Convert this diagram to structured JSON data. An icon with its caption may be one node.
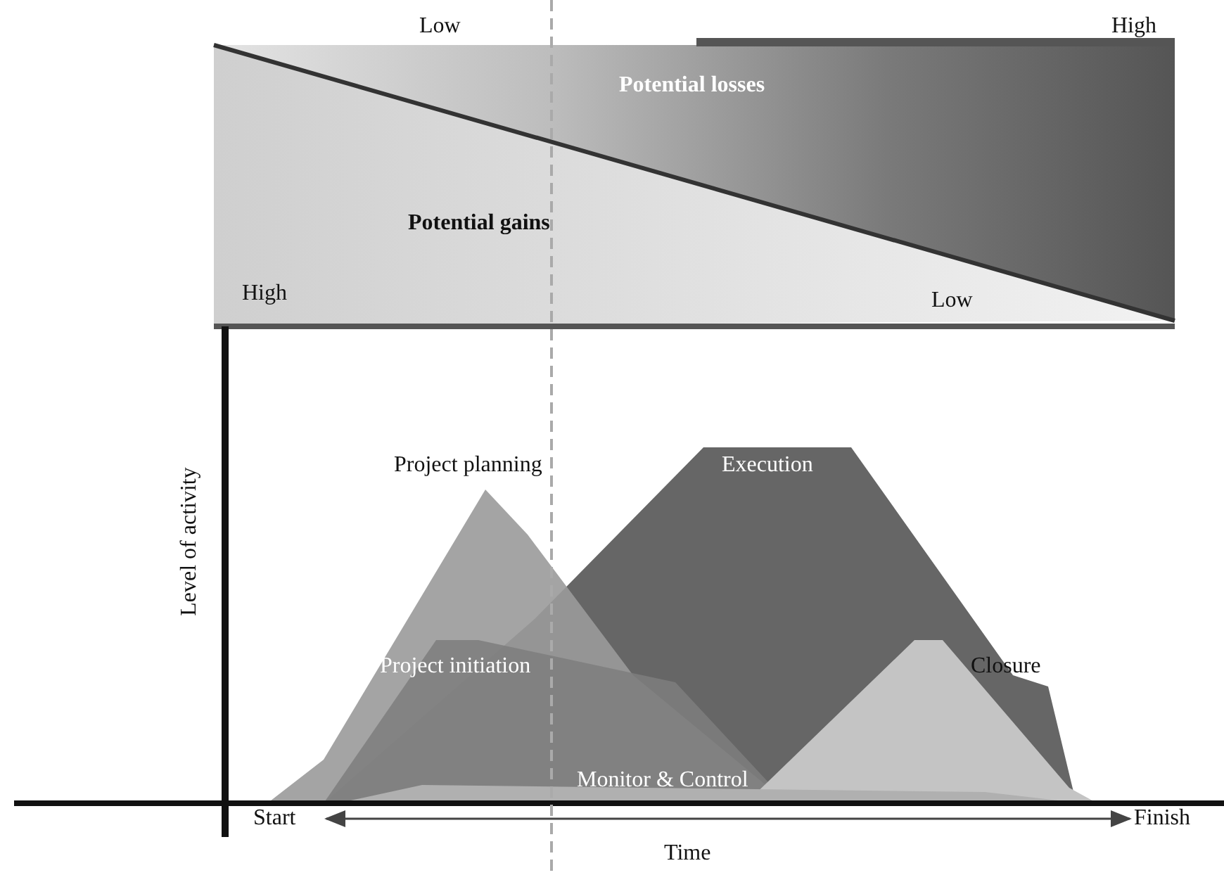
{
  "diagram": {
    "labels": [
      "Low",
      "Potential losses",
      "High",
      "Potential gains",
      "High",
      "Low",
      "Level of activity",
      "Project planning",
      "Execution",
      "Project initiation",
      "Closure",
      "Monitor & Control",
      "Start",
      "Finish",
      "Time"
    ]
  }
}
